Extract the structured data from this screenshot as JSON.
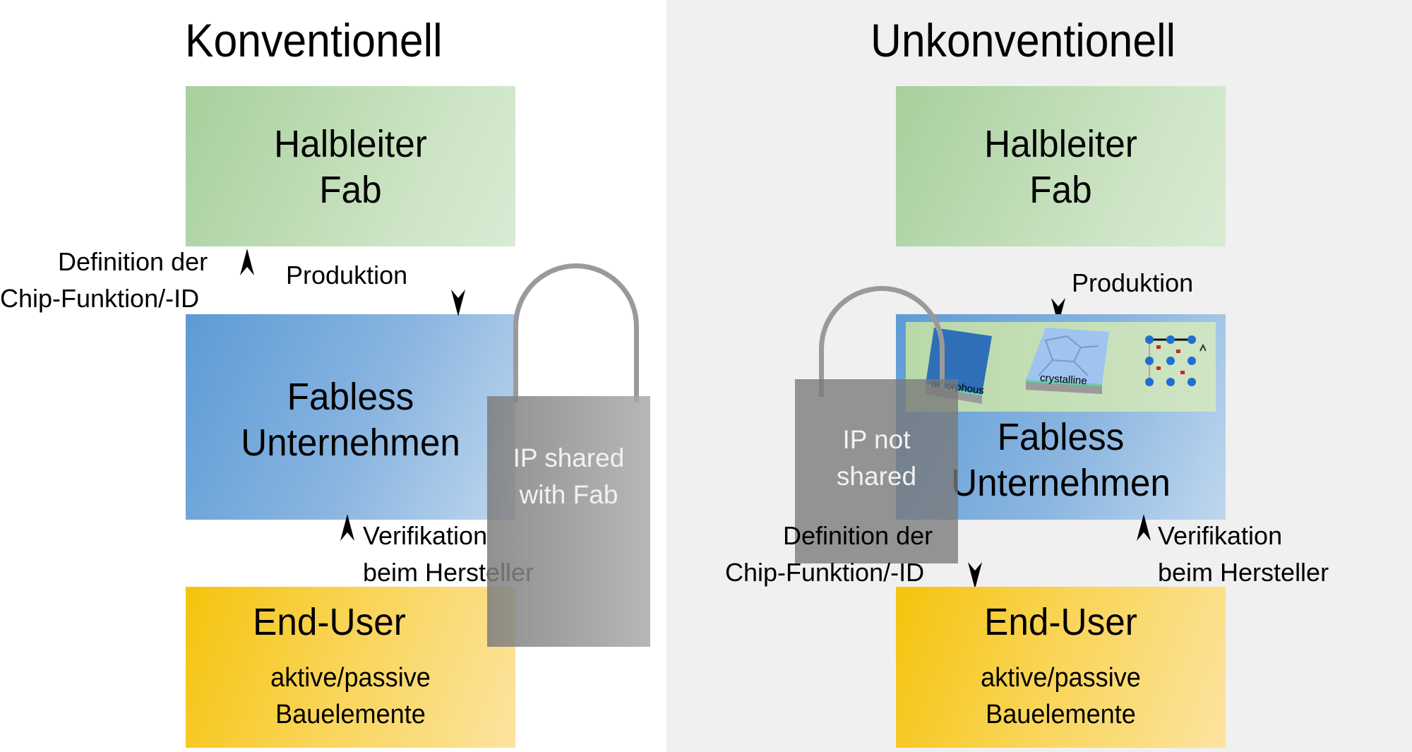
{
  "left": {
    "title": "Konventionell",
    "fab_box": {
      "line1": "Halbleiter",
      "line2": "Fab"
    },
    "fabless_box": {
      "line1": "Fabless",
      "line2": "Unternehmen"
    },
    "enduser_box": {
      "title": "End-User",
      "line1": "aktive/passive",
      "line2": "Bauelemente"
    },
    "definition_label": {
      "line1": "Definition der",
      "line2": "Chip-Funktion/-ID"
    },
    "produktion_label": "Produktion",
    "verifikation_label": {
      "line1": "Verifikation",
      "line2": "beim Hersteller"
    },
    "lock": {
      "line1": "IP shared",
      "line2": "with Fab"
    }
  },
  "right": {
    "title": "Unkonventionell",
    "fab_box": {
      "line1": "Halbleiter",
      "line2": "Fab"
    },
    "fabless_box": {
      "line1": "Fabless",
      "line2": "Unternehmen"
    },
    "enduser_box": {
      "title": "End-User",
      "line1": "aktive/passive",
      "line2": "Bauelemente"
    },
    "definition_label": {
      "line1": "Definition der",
      "line2": "Chip-Funktion/-ID"
    },
    "produktion_label": "Produktion",
    "verifikation_label": {
      "line1": "Verifikation",
      "line2": "beim Hersteller"
    },
    "lock": {
      "line1": "IP not",
      "line2": "shared"
    },
    "materials": {
      "amorphous": "amorphous",
      "crystalline": "crystalline"
    }
  },
  "colors": {
    "fab_green": "#b5d8aa",
    "fabless_blue": "#6aa3d9",
    "enduser_yellow": "#f7c922",
    "lock_gray": "#8a8a8a",
    "right_panel_bg": "#f0f0f0"
  }
}
